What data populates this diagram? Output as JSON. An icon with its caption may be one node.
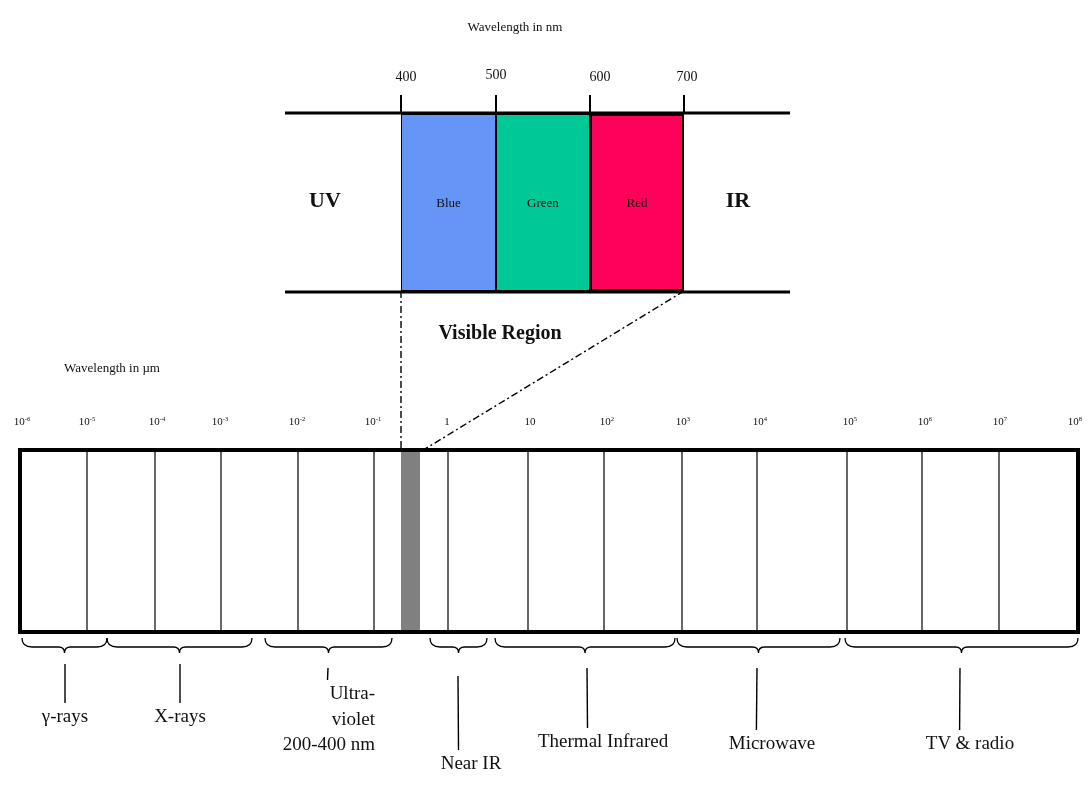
{
  "diagram": {
    "nodes": [
      {
        "text": [
          "Blue"
        ]
      },
      {
        "text": [
          "Green"
        ]
      },
      {
        "text": [
          "Red"
        ]
      },
      {
        "text": [],
        "shape": "bar"
      },
      {
        "text": [
          "γ-rays"
        ]
      },
      {
        "text": [
          "X-rays"
        ]
      },
      {
        "text": [
          "Ultra- violet",
          "200-400 nm"
        ]
      },
      {
        "text": [
          "Near IR"
        ]
      },
      {
        "text": [
          "Thermal Infrared"
        ]
      },
      {
        "text": [
          "Microwave"
        ]
      },
      {
        "text": [
          "TV & radio"
        ]
      }
    ],
    "edges": [
      {
        "from": 0,
        "to": 3,
        "arrow": "none",
        "style": "dashed"
      },
      {
        "from": 2,
        "to": 3,
        "arrow": "none",
        "style": "dashed"
      },
      {
        "from": 4,
        "to": null,
        "arrow": "none"
      },
      {
        "from": 5,
        "to": null,
        "arrow": "none"
      },
      {
        "from": 6,
        "to": null,
        "arrow": "none"
      },
      {
        "from": 7,
        "to": null,
        "arrow": "none"
      },
      {
        "from": 8,
        "to": null,
        "arrow": "none"
      },
      {
        "from": 9,
        "to": null,
        "arrow": "none"
      },
      {
        "from": 10,
        "to": null,
        "arrow": "none"
      }
    ],
    "labels": [
      "Wavelength in nm",
      "400",
      "500",
      "600",
      "700",
      "UV",
      "IR",
      "Visible Region",
      "Wavelength in µm",
      "10$^{-6}$",
      "10$^{-5}$",
      "10$^{-4}$",
      "10$^{-3}$",
      "10$^{-2}$",
      "10$^{-1}$",
      "1",
      "10",
      "10$^{2}$",
      "10$^{3}$",
      "10$^{4}$",
      "10$^{5}$",
      "10$^{6}$",
      "10$^{7}$",
      "10$^{8}$"
    ]
  }
}
